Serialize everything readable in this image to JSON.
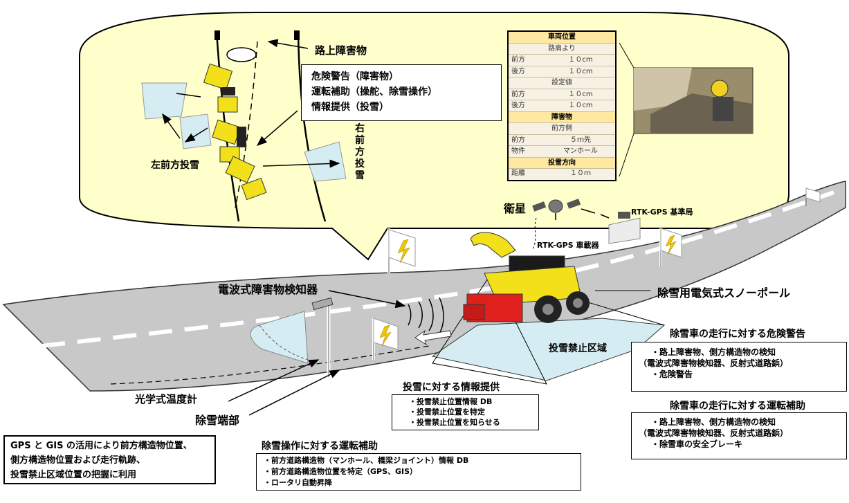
{
  "bubble": {
    "obstacle_label": "路上障害物",
    "support_lines": [
      "危険警告（障害物）",
      "運転補助（操舵、除雪操作）",
      "情報提供（投雪）"
    ],
    "left_throw": "左前方投雪",
    "right_throw": [
      "右",
      "前",
      "方",
      "投",
      "雪"
    ]
  },
  "display_panel": {
    "rows": [
      {
        "type": "header",
        "text": "車両位置"
      },
      {
        "type": "sub",
        "text": "路肩より"
      },
      {
        "type": "pair",
        "k": "前方",
        "v": "１０cm"
      },
      {
        "type": "pair",
        "k": "後方",
        "v": "１０cm"
      },
      {
        "type": "sub",
        "text": "設定値"
      },
      {
        "type": "pair",
        "k": "前方",
        "v": "１０cm"
      },
      {
        "type": "pair",
        "k": "後方",
        "v": "１０cm"
      },
      {
        "type": "header",
        "text": "障害物"
      },
      {
        "type": "sub",
        "text": "前方側"
      },
      {
        "type": "pair",
        "k": "前方",
        "v": "５ｍ先"
      },
      {
        "type": "pair",
        "k": "物件",
        "v": "マンホール"
      },
      {
        "type": "header",
        "text": "投雪方向"
      }
    ],
    "distance_key": "距離",
    "distance_value": "１０ｍ"
  },
  "labels": {
    "satellite": "衛星",
    "rtk_base": "RTK-GPS 基準局",
    "rtk_vehicle": "RTK-GPS 車載器",
    "radar_detector": "電波式障害物検知器",
    "snow_pole": "除雪用電気式スノーポール",
    "no_throw_zone": "投雪禁止区域",
    "optical_thermometer": "光学式温度計",
    "snow_edge": "除雪端部"
  },
  "danger_warning": {
    "title": "除雪車の走行に対する危険警告",
    "items": [
      "・路上障害物、側方構造物の検知",
      "（電波式障害物検知器、反射式道路鋲）",
      "・危険警告"
    ]
  },
  "driving_assist": {
    "title": "除雪車の走行に対する運転補助",
    "items": [
      "・路上障害物、側方構造物の検知",
      "（電波式障害物検知器、反射式道路鋲）",
      "・除雪車の安全ブレーキ"
    ]
  },
  "throw_info": {
    "title": "投雪に対する情報提供",
    "items": [
      "・投雪禁止位置情報 DB",
      "・投雪禁止位置を特定",
      "・投雪禁止位置を知らせる"
    ]
  },
  "operation_assist": {
    "title": "除雪操作に対する運転補助",
    "items": [
      "・前方道路構造物（マンホール、橋梁ジョイント）情報 DB",
      "・前方道路構造物位置を特定（GPS、GIS）",
      "・ロータリ自動昇降"
    ]
  },
  "gps_gis_note": [
    "GPS と GIS の活用により前方構造物位置、",
    "側方構造物位置および走行軌跡、",
    "投雪禁止区域位置の把握に利用"
  ],
  "colors": {
    "road": "#c8c8c8",
    "snow_zone": "#d4ecf2",
    "panel_header": "#ffe9a0",
    "panel_bg": "#f6f1e2",
    "vehicle_yellow": "#f2e01a",
    "rotor_red": "#e0201c",
    "bubble_fill": "#ffffcc"
  }
}
